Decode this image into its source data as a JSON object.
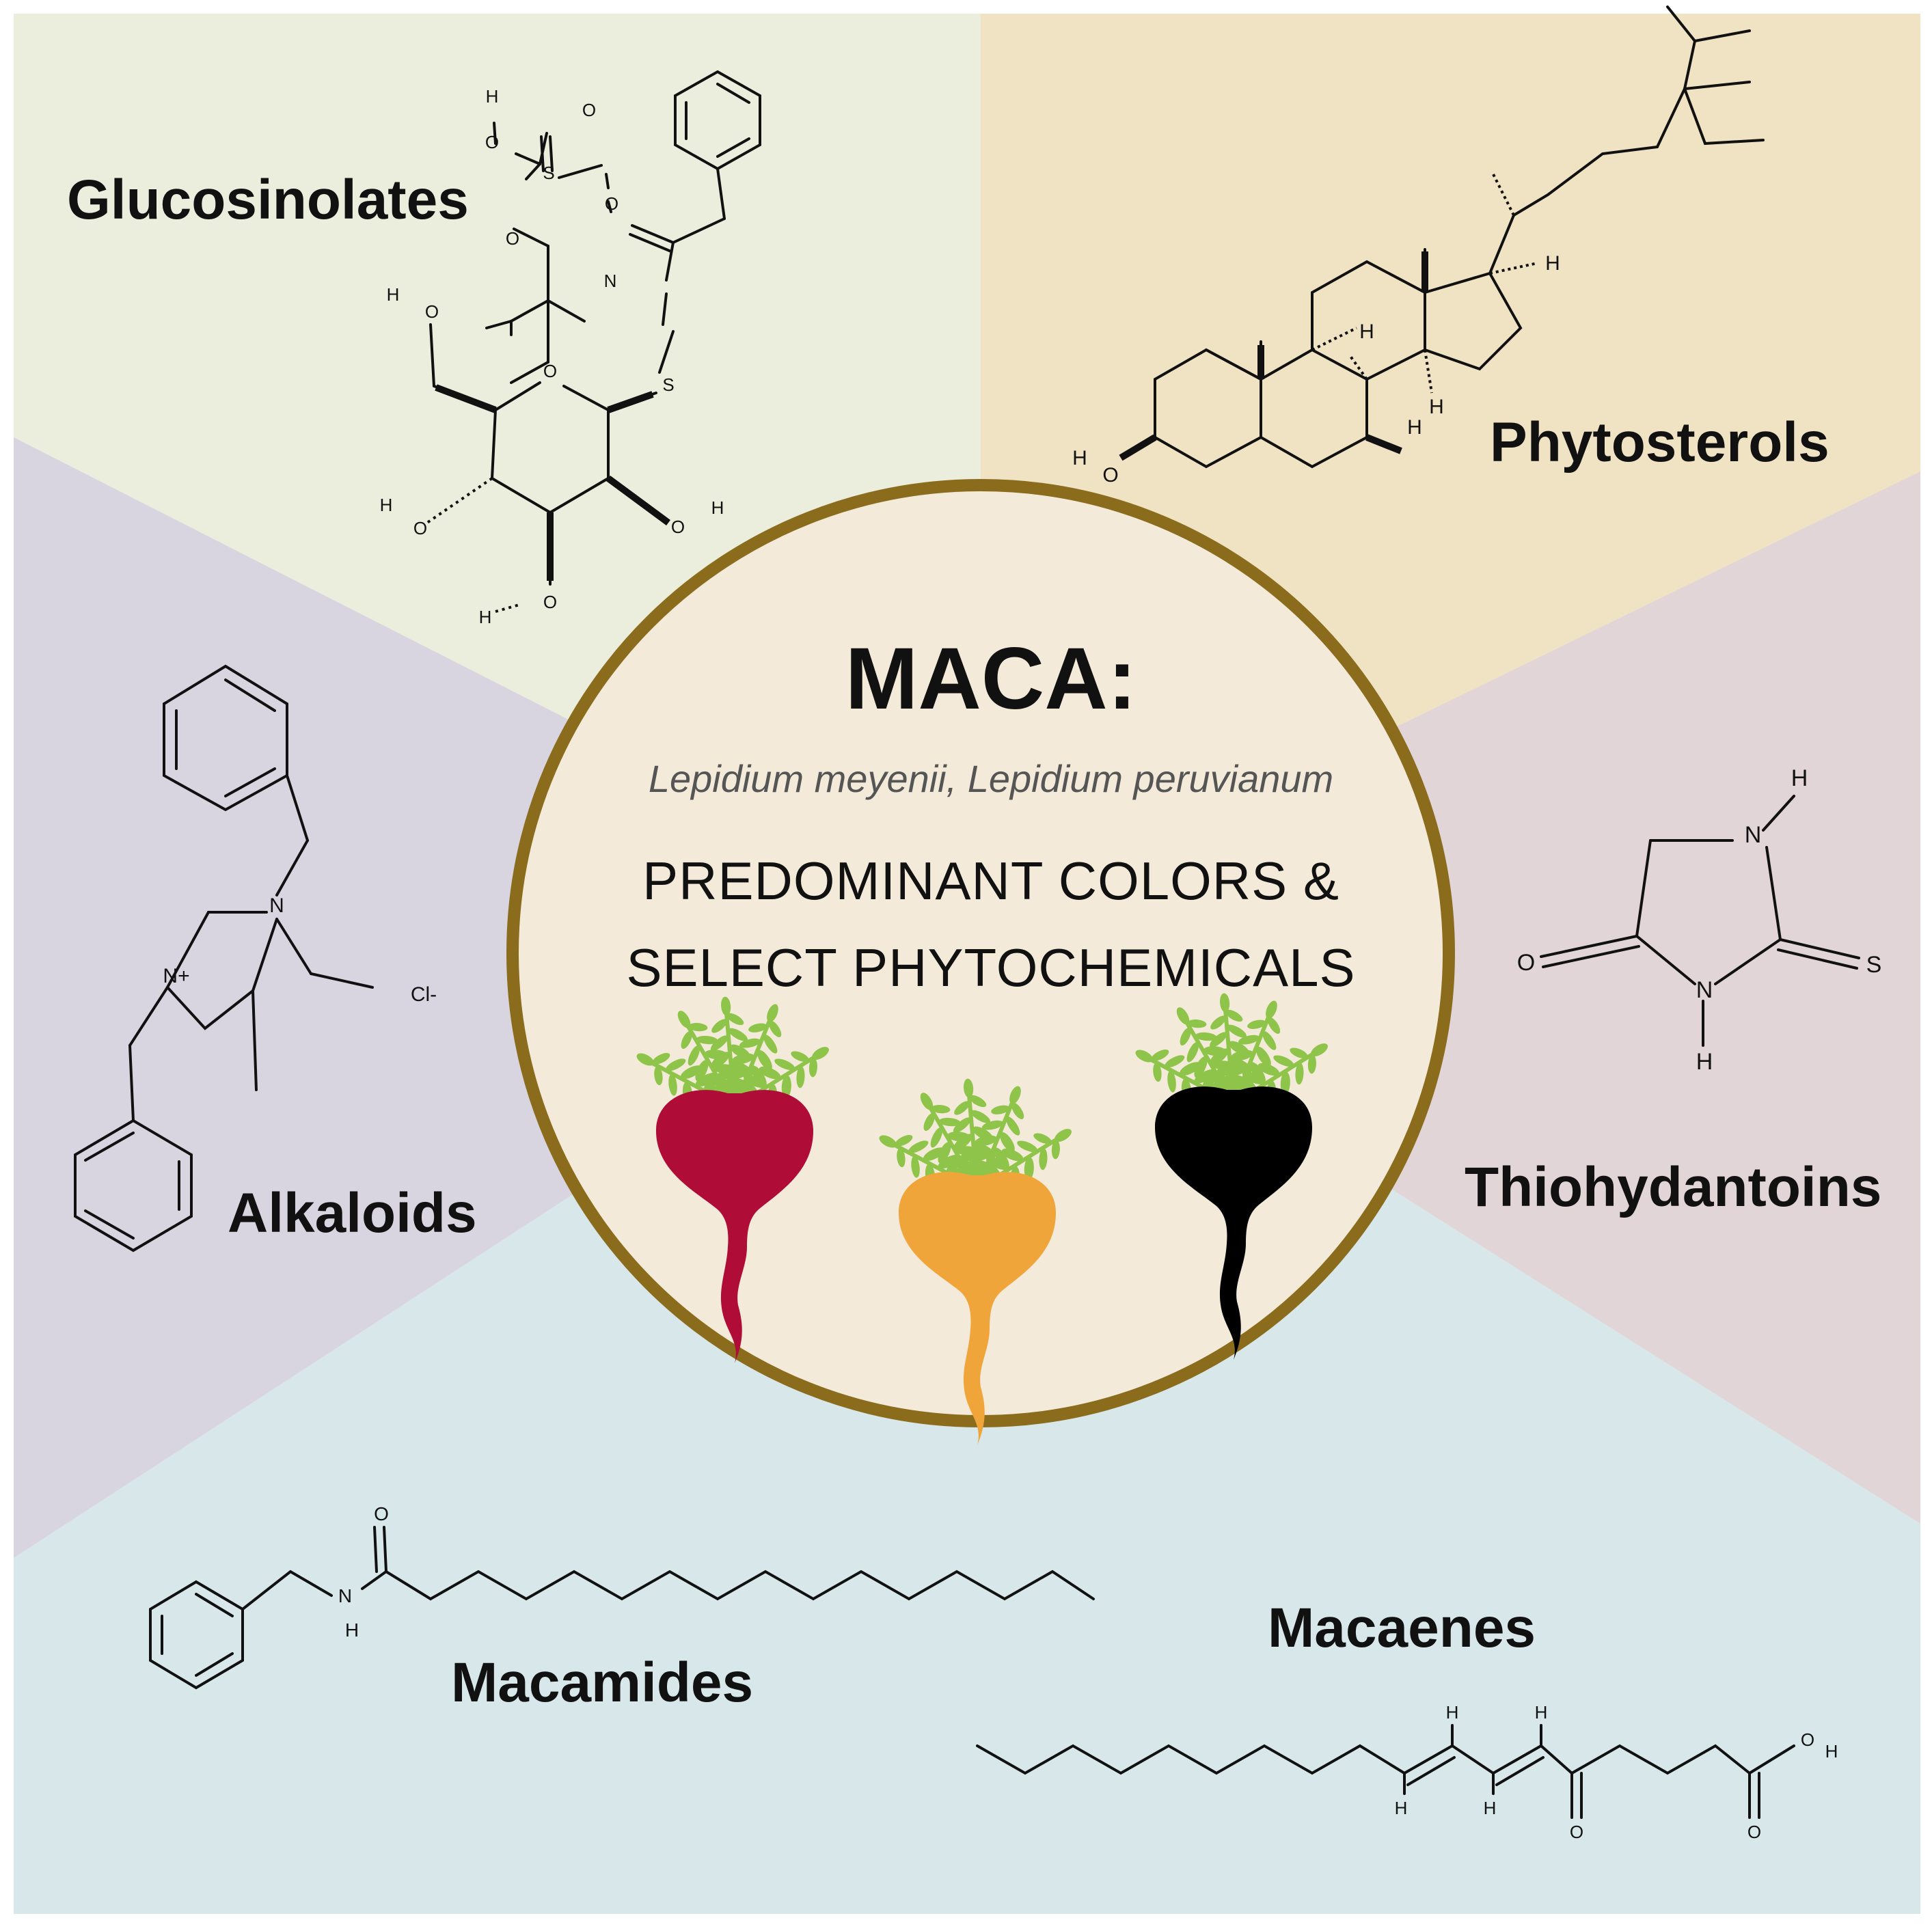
{
  "colors": {
    "glucosinolates_bg": "#ebeedd",
    "phytosterols_bg": "#efe3c4",
    "thiohydantoins_bg": "#e2d5d8",
    "macamides_bg": "#d8e8ea",
    "alkaloids_bg": "#d9d5e0",
    "circle_fill": "#f3ead9",
    "circle_ring": "#8a6c1c",
    "root_red": "#b00c38",
    "root_yellow": "#f0a53a",
    "root_black": "#000000",
    "leaf_green": "#8ec449"
  },
  "center": {
    "title": "MACA:",
    "subtitle": "Lepidium meyenii, Lepidium peruvianum",
    "heading_line1": "PREDOMINANT COLORS &",
    "heading_line2": "SELECT PHYTOCHEMICALS"
  },
  "labels": {
    "glucosinolates": "Glucosinolates",
    "phytosterols": "Phytosterols",
    "alkaloids": "Alkaloids",
    "thiohydantoins": "Thiohydantoins",
    "macamides": "Macamides",
    "macaenes": "Macaenes"
  },
  "atoms": {
    "H": "H",
    "O": "O",
    "S": "S",
    "N": "N",
    "N_plus": "N+",
    "Cl_minus": "Cl-"
  },
  "roots": [
    "red",
    "yellow",
    "black"
  ]
}
